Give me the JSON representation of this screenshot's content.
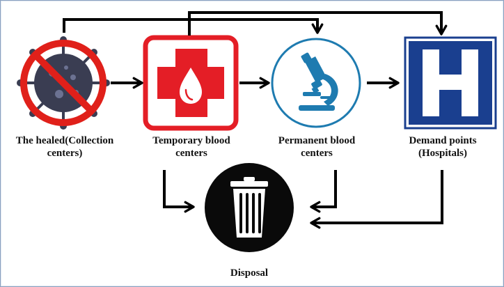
{
  "nodes": [
    {
      "id": "healed",
      "line1": "The healed(Collection",
      "line2": "centers)",
      "icon": "no-virus-icon"
    },
    {
      "id": "temporary",
      "line1": "Temporary blood",
      "line2": "centers",
      "icon": "red-cross-blood-drop-icon"
    },
    {
      "id": "permanent",
      "line1": "Permanent blood",
      "line2": "centers",
      "icon": "microscope-icon"
    },
    {
      "id": "demand",
      "line1": "Demand points",
      "line2": "(Hospitals)",
      "icon": "hospital-h-icon"
    },
    {
      "id": "disposal",
      "line1": "Disposal",
      "line2": "",
      "icon": "trash-can-icon"
    }
  ],
  "colors": {
    "prohibition_red": "#e0201a",
    "virus_dark": "#3a3d52",
    "cross_red": "#e41e26",
    "microscope_blue": "#1e7bb0",
    "hospital_blue": "#1a3f8f",
    "disposal_black": "#0a0a0a",
    "arrow": "#000000"
  },
  "edges": [
    {
      "from": "healed",
      "to": "temporary"
    },
    {
      "from": "temporary",
      "to": "permanent"
    },
    {
      "from": "permanent",
      "to": "demand"
    },
    {
      "from": "healed",
      "to": "permanent"
    },
    {
      "from": "temporary",
      "to": "demand"
    },
    {
      "from": "temporary",
      "to": "disposal"
    },
    {
      "from": "permanent",
      "to": "disposal"
    },
    {
      "from": "demand",
      "to": "disposal"
    }
  ]
}
